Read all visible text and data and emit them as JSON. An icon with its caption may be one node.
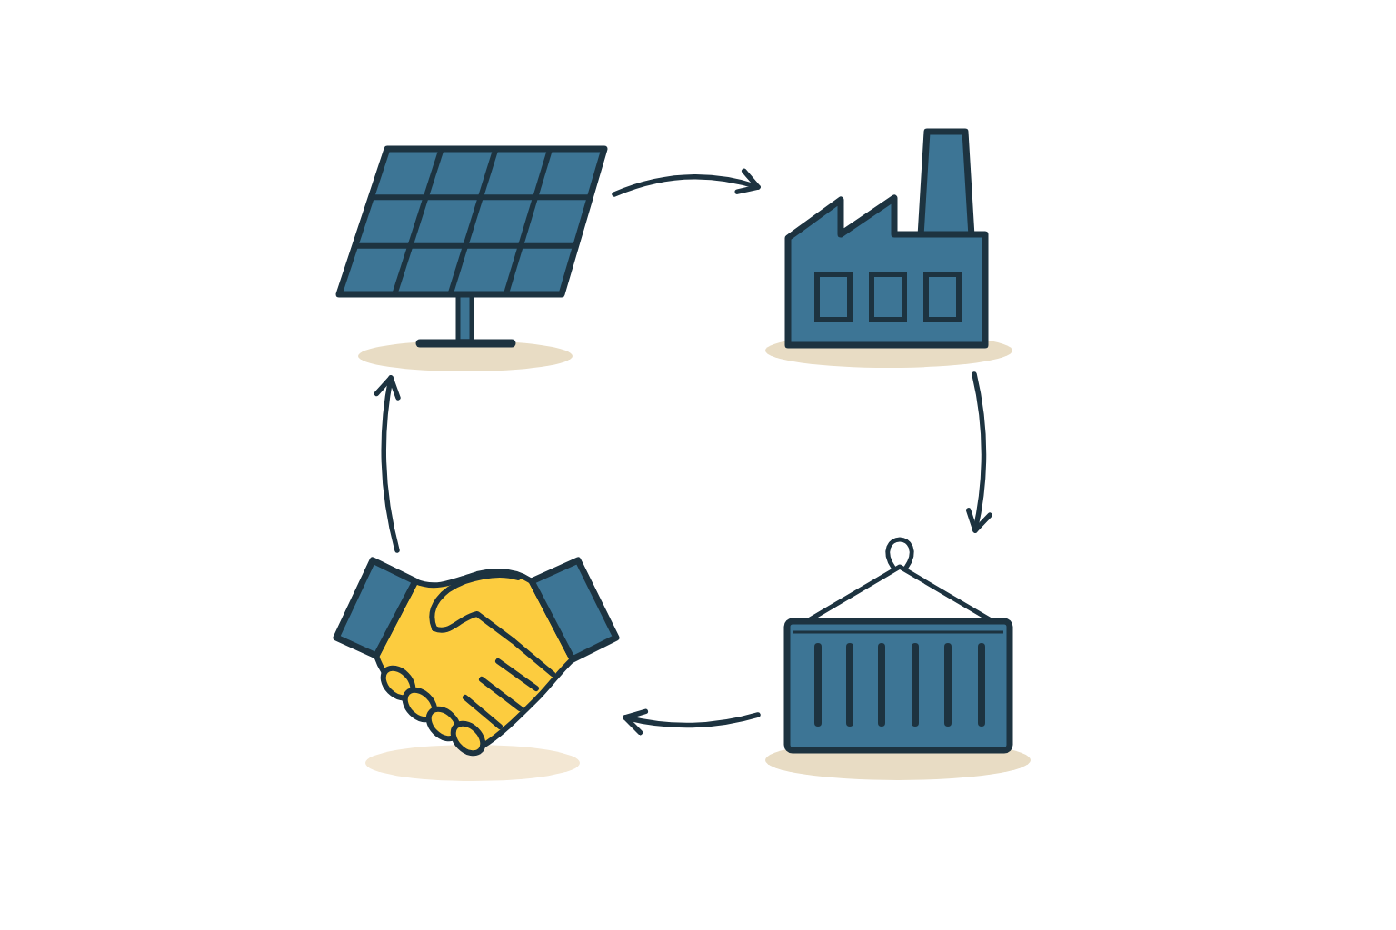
{
  "diagram": {
    "nodes": [
      {
        "text": [],
        "shape": "picture"
      },
      {
        "text": [],
        "shape": "picture"
      },
      {
        "text": [],
        "shape": "picture"
      },
      {
        "text": [],
        "shape": "picture"
      }
    ],
    "edges": [
      {
        "from": 0,
        "to": 1,
        "arrow": "to"
      },
      {
        "from": 1,
        "to": 3,
        "arrow": "to"
      },
      {
        "from": 3,
        "to": 2,
        "arrow": "to"
      },
      {
        "from": 2,
        "to": 0,
        "arrow": "to"
      }
    ]
  }
}
